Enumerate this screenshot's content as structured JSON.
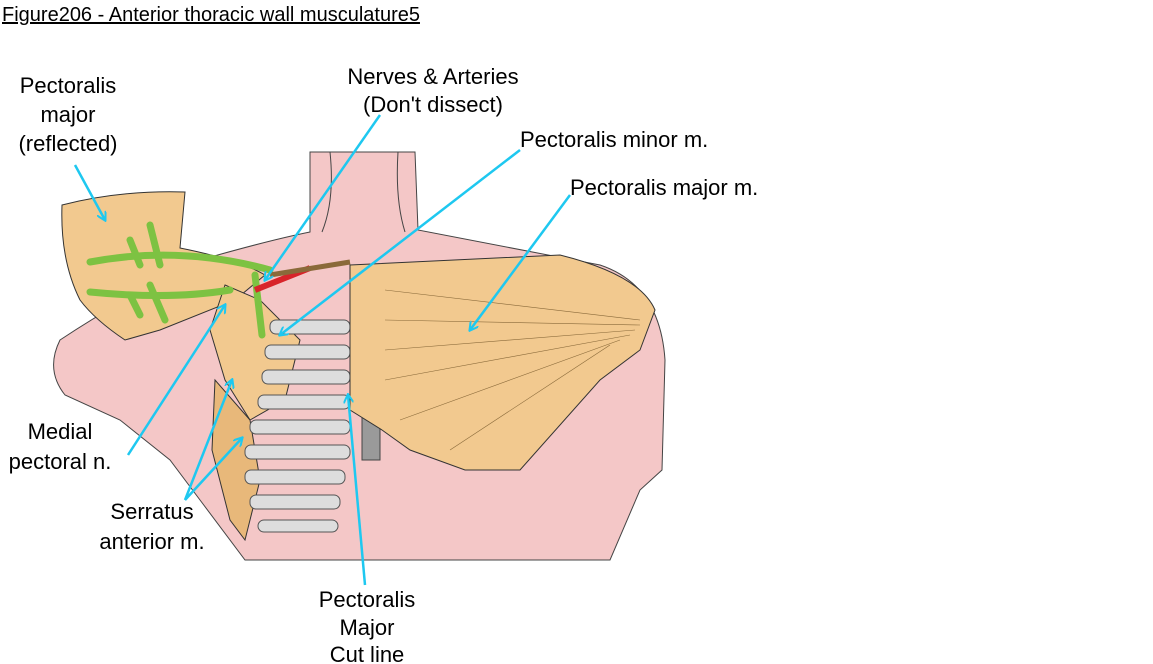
{
  "title": "Figure206 - Anterior thoracic wall musculature5",
  "colors": {
    "arrow": "#1EC8F0",
    "skin": "#F4C7C7",
    "muscle": "#F2C98F",
    "nerve": "#7DC242",
    "artery": "#D8242A",
    "rib": "#9A9A9A"
  },
  "labels": {
    "pm_reflected": [
      "Pectoralis",
      "major",
      "(reflected)"
    ],
    "nerves": [
      "Nerves & Arteries",
      "(Don't dissect)"
    ],
    "pminor": "Pectoralis minor m.",
    "pmajor": "Pectoralis major m.",
    "medial": [
      "Medial",
      "pectoral n."
    ],
    "serratus": [
      "Serratus",
      "anterior m."
    ],
    "cutline": [
      "Pectoralis",
      "Major",
      "Cut line"
    ]
  }
}
